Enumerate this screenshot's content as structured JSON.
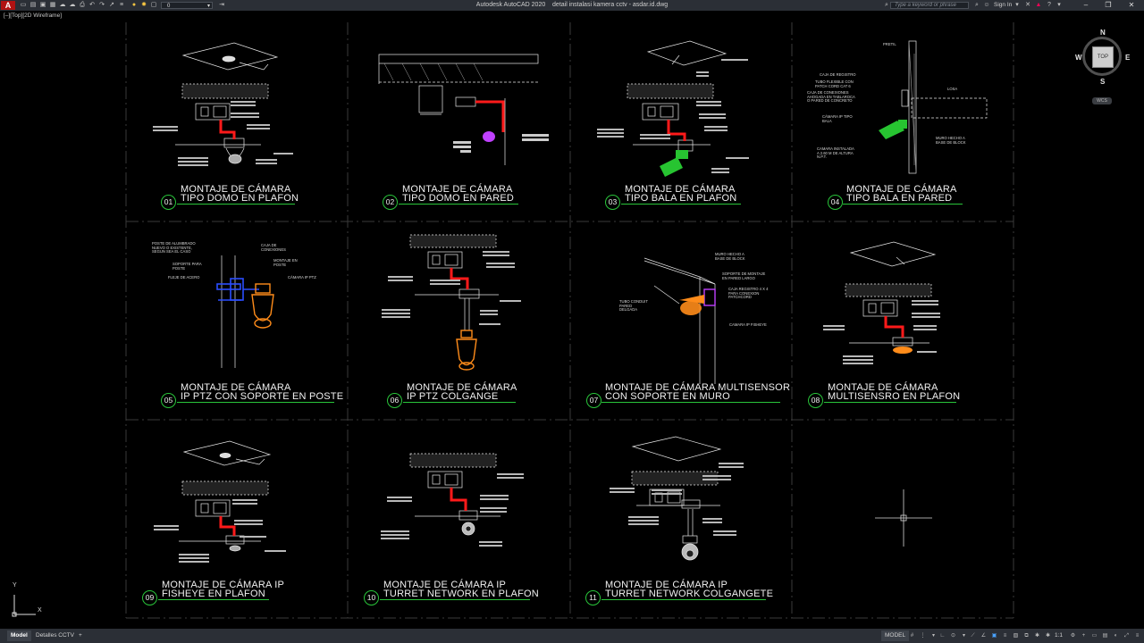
{
  "titlebar": {
    "app_title": "Autodesk AutoCAD 2020",
    "file_title": "detail instalasi kamera cctv - asdar.id.dwg",
    "layer_value": "0",
    "search_placeholder": "Type a keyword or phrase",
    "sign_in": "Sign In",
    "app_button": "A"
  },
  "viewport": {
    "label": "[–][Top][2D Wireframe]"
  },
  "viewcube": {
    "north": "N",
    "south": "S",
    "east": "E",
    "west": "W",
    "face": "TOP",
    "wcs": "WCS"
  },
  "drawings": [
    {
      "num": "01",
      "line1": "MONTAJE DE CÁMARA",
      "line2": "TIPO DOMO EN PLAFON"
    },
    {
      "num": "02",
      "line1": "MONTAJE DE CÁMARA",
      "line2": "TIPO DOMO EN PARED"
    },
    {
      "num": "03",
      "line1": "MONTAJE DE CÁMARA",
      "line2": "TIPO BALA EN PLAFON"
    },
    {
      "num": "04",
      "line1": "MONTAJE DE CÁMARA",
      "line2": "TIPO BALA EN PARED"
    },
    {
      "num": "05",
      "line1": "MONTAJE DE CÁMARA",
      "line2": "IP PTZ CON SOPORTE EN POSTE"
    },
    {
      "num": "06",
      "line1": "MONTAJE DE CÁMARA",
      "line2": "IP PTZ COLGANGE"
    },
    {
      "num": "07",
      "line1": "MONTAJE DE CÁMARA MULTISENSOR",
      "line2": "CON SOPORTE EN MURO"
    },
    {
      "num": "08",
      "line1": "MONTAJE DE CÁMARA",
      "line2": "MULTISENSRO EN PLAFON"
    },
    {
      "num": "09",
      "line1": "MONTAJE DE CÁMARA IP",
      "line2": "FISHEYE  EN PLAFON"
    },
    {
      "num": "10",
      "line1": "MONTAJE DE CÁMARA IP",
      "line2": "TURRET NETWORK EN PLAFON"
    },
    {
      "num": "11",
      "line1": "MONTAJE DE CÁMARA IP",
      "line2": "TURRET NETWORK COLGANGETE"
    }
  ],
  "annotations": {
    "d4_pretil": "PRETIL",
    "d4_losa": "LOSA",
    "d4_caja": "CAJA DE REGISTRO",
    "d4_tubo": "TUBO FLEXIBLE CON\nPATCH CORD CAT 6",
    "d4_conexiones": "CAJA DE CONEXIONES\nAHOGADA EN TABLAROCA\nO PARED DE CONCRETO",
    "d4_camara": "CÁMARA IP TIPO\nBALA",
    "d4_instalada": "CAMARA INSTALADA\nA 2.60 M DE ALTURA\nN.P.T.",
    "d4_muro": "MURO HECHO A\nBASE DE BLOCK",
    "d5_poste": "POSTE DE ALUMBRADO\nNUEVO O EXISTENTE,\nSEGUN SEA EL CASO",
    "d5_soporte": "SOPORTE PARA\nPOSTE",
    "d5_fleje": "FLEJE DE ACERO",
    "d5_caja": "CAJA DE\nCONEXIONES",
    "d5_montaje": "MONTAJE EN\nPOSTE",
    "d5_camara": "CÁMARA IP PTZ",
    "d7_muro": "MURO HECHO A\nBASE DE BLOCK",
    "d7_soporte": "SOPORTE DE MONTAJE\nEN PARED LARGO",
    "d7_caja": "CAJA REGISTRO 4 X 4\nPARA CONEXION\nPATCHCORD",
    "d7_tubo": "TUBO CONDUIT\nPARED\nDELGADA",
    "d7_camara": "CAMARA IP FISHEYE",
    "axis_y": "Y",
    "axis_x": "X"
  },
  "statusbar": {
    "tabs": [
      "Model",
      "Detalles CCTV"
    ],
    "active_tab": "Model",
    "add_tab": "+",
    "model_label": "MODEL",
    "scale": "1:1"
  },
  "colors": {
    "conduit": "#ff1a1a",
    "green_accent": "#29c53a",
    "camera_orange": "#ff8c1a",
    "bracket_blue": "#2a4dff",
    "camera_green": "#27c431",
    "patch_magenta": "#c040ff",
    "frame_lines": "#3a3a3a"
  },
  "icons": [
    "undo-icon",
    "redo-icon",
    "save-icon",
    "open-icon",
    "new-icon",
    "print-icon",
    "lightbulb-icon",
    "search-icon",
    "user-icon",
    "minimize-icon",
    "restore-icon",
    "close-icon",
    "grid-icon",
    "snap-icon",
    "ortho-icon",
    "polar-icon",
    "gear-icon",
    "hamburger-icon"
  ]
}
